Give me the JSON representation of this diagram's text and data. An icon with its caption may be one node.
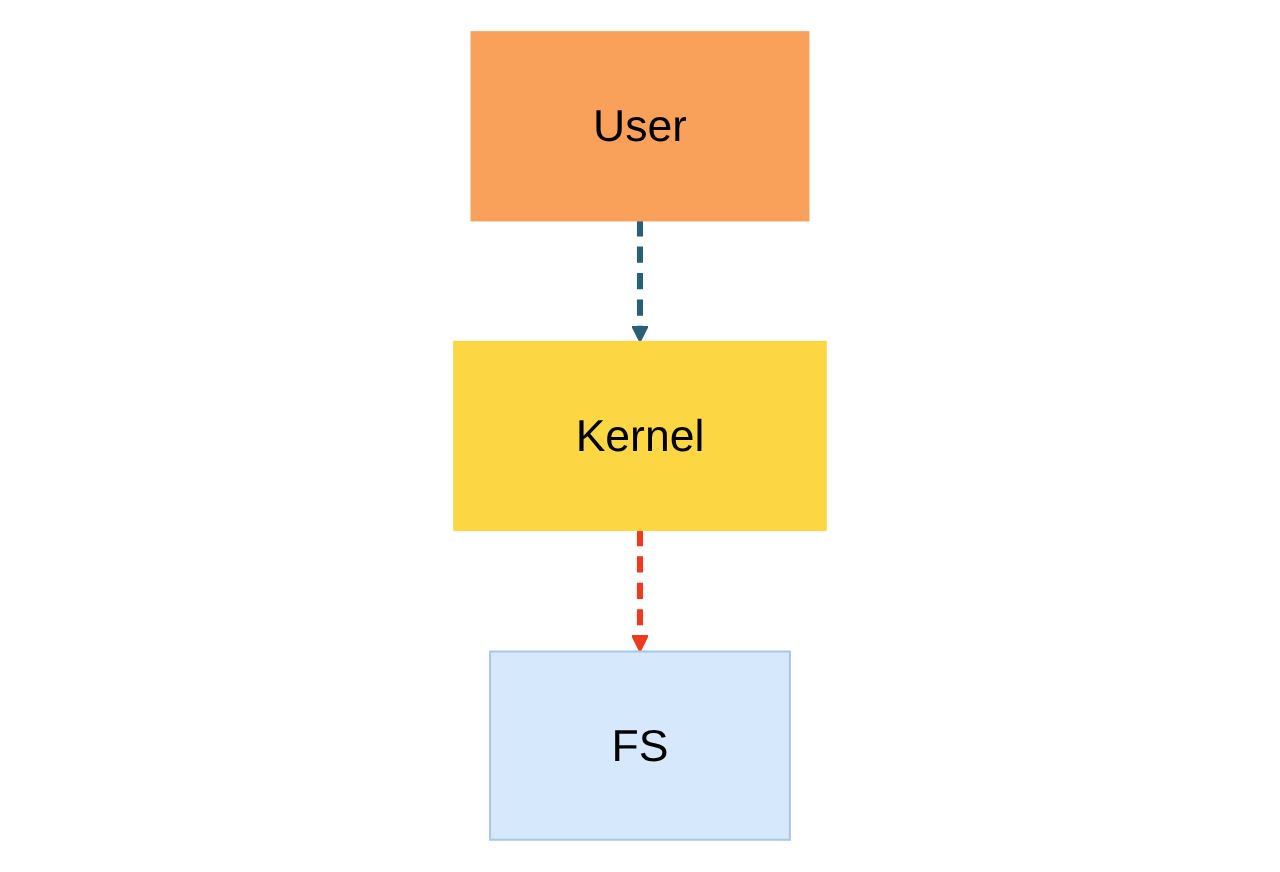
{
  "diagram": {
    "nodes": [
      {
        "text": [
          "User"
        ]
      },
      {
        "text": [
          "Kernel"
        ]
      },
      {
        "text": [
          "FS"
        ]
      }
    ],
    "edges": [
      {
        "from": 0,
        "to": 1,
        "arrow": "to",
        "style": "dashed",
        "color": "#2a5f7a"
      },
      {
        "from": 1,
        "to": 2,
        "arrow": "to",
        "style": "dashed",
        "color": "#f0391e"
      }
    ]
  }
}
